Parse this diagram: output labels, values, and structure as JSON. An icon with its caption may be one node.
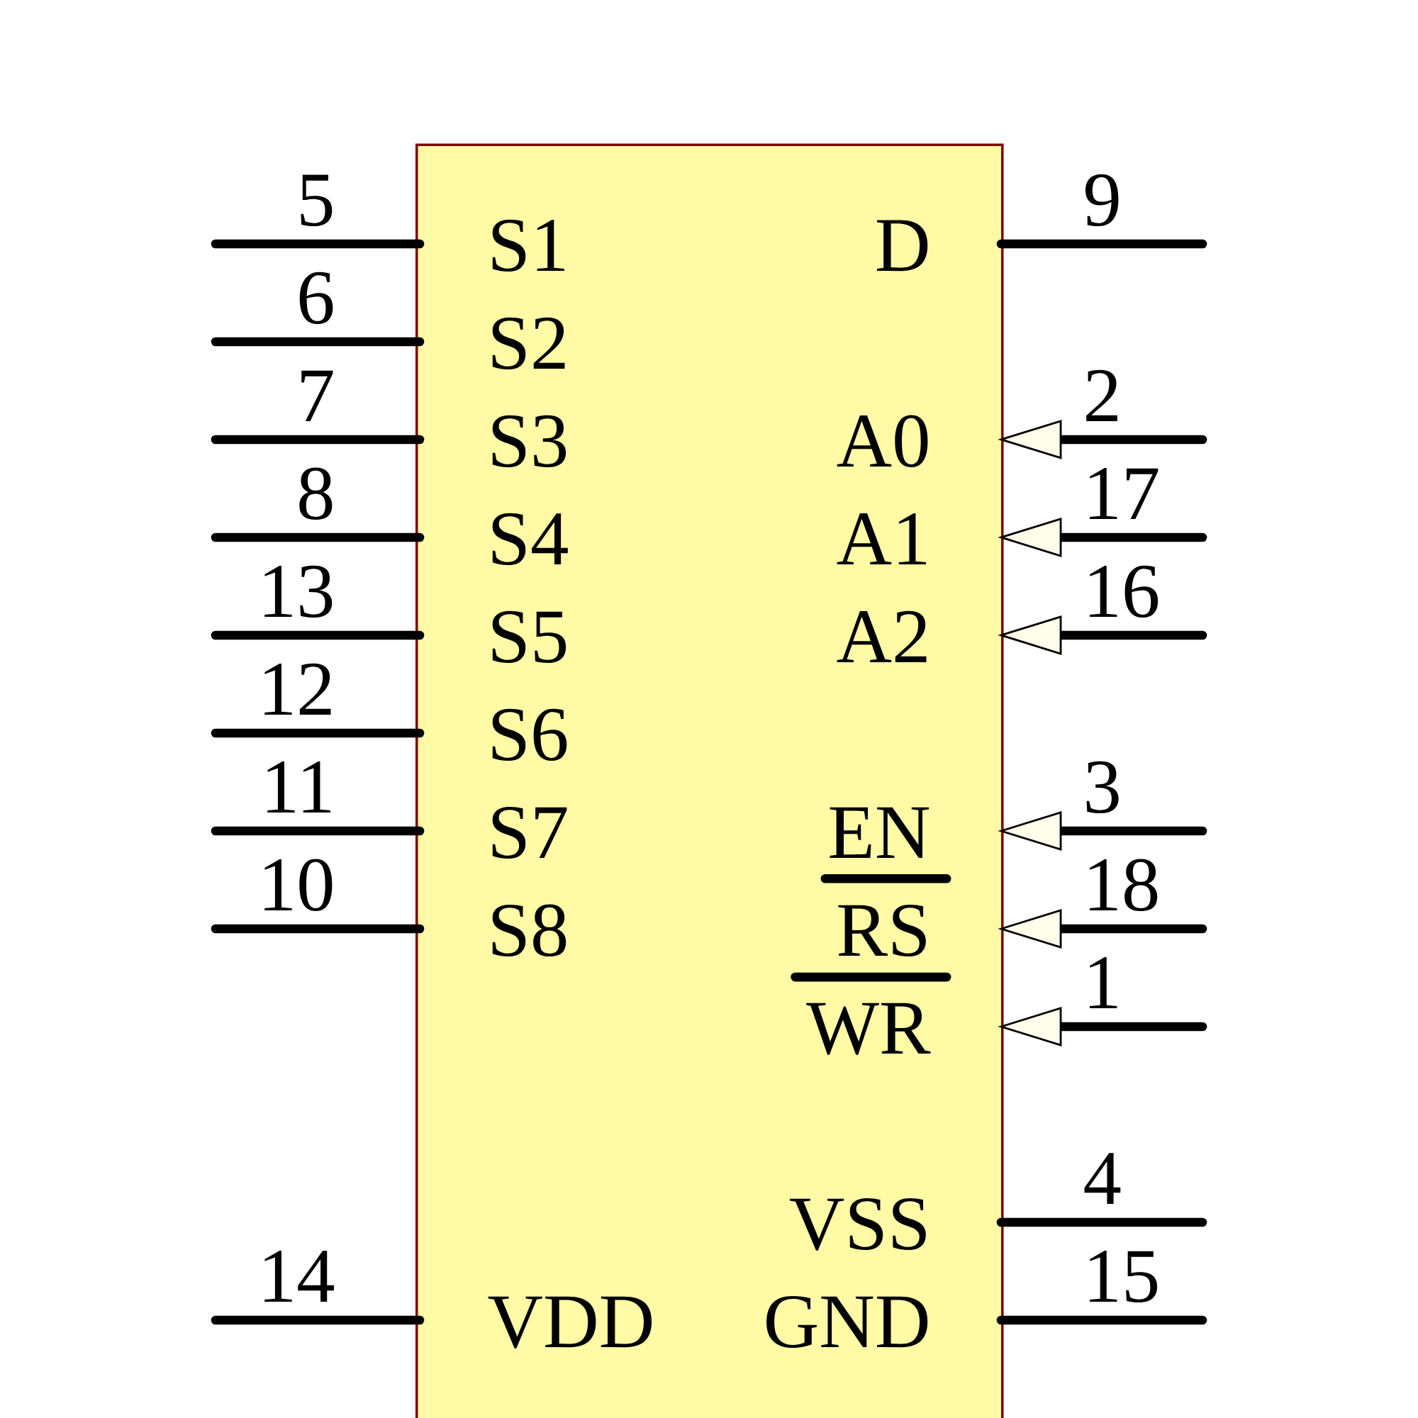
{
  "diagram": {
    "nodes": [
      {
        "text": [],
        "shape": "box"
      }
    ],
    "labels": [
      "5",
      "S1",
      "6",
      "S2",
      "7",
      "S3",
      "8",
      "S4",
      "13",
      "S5",
      "12",
      "S6",
      "11",
      "S7",
      "10",
      "S8",
      "14",
      "VDD",
      "9",
      "D",
      "2",
      "A0",
      "17",
      "A1",
      "16",
      "A2",
      "3",
      "EN",
      "18",
      "RS",
      "1",
      "WR",
      "4",
      "VSS",
      "15",
      "GND"
    ]
  }
}
